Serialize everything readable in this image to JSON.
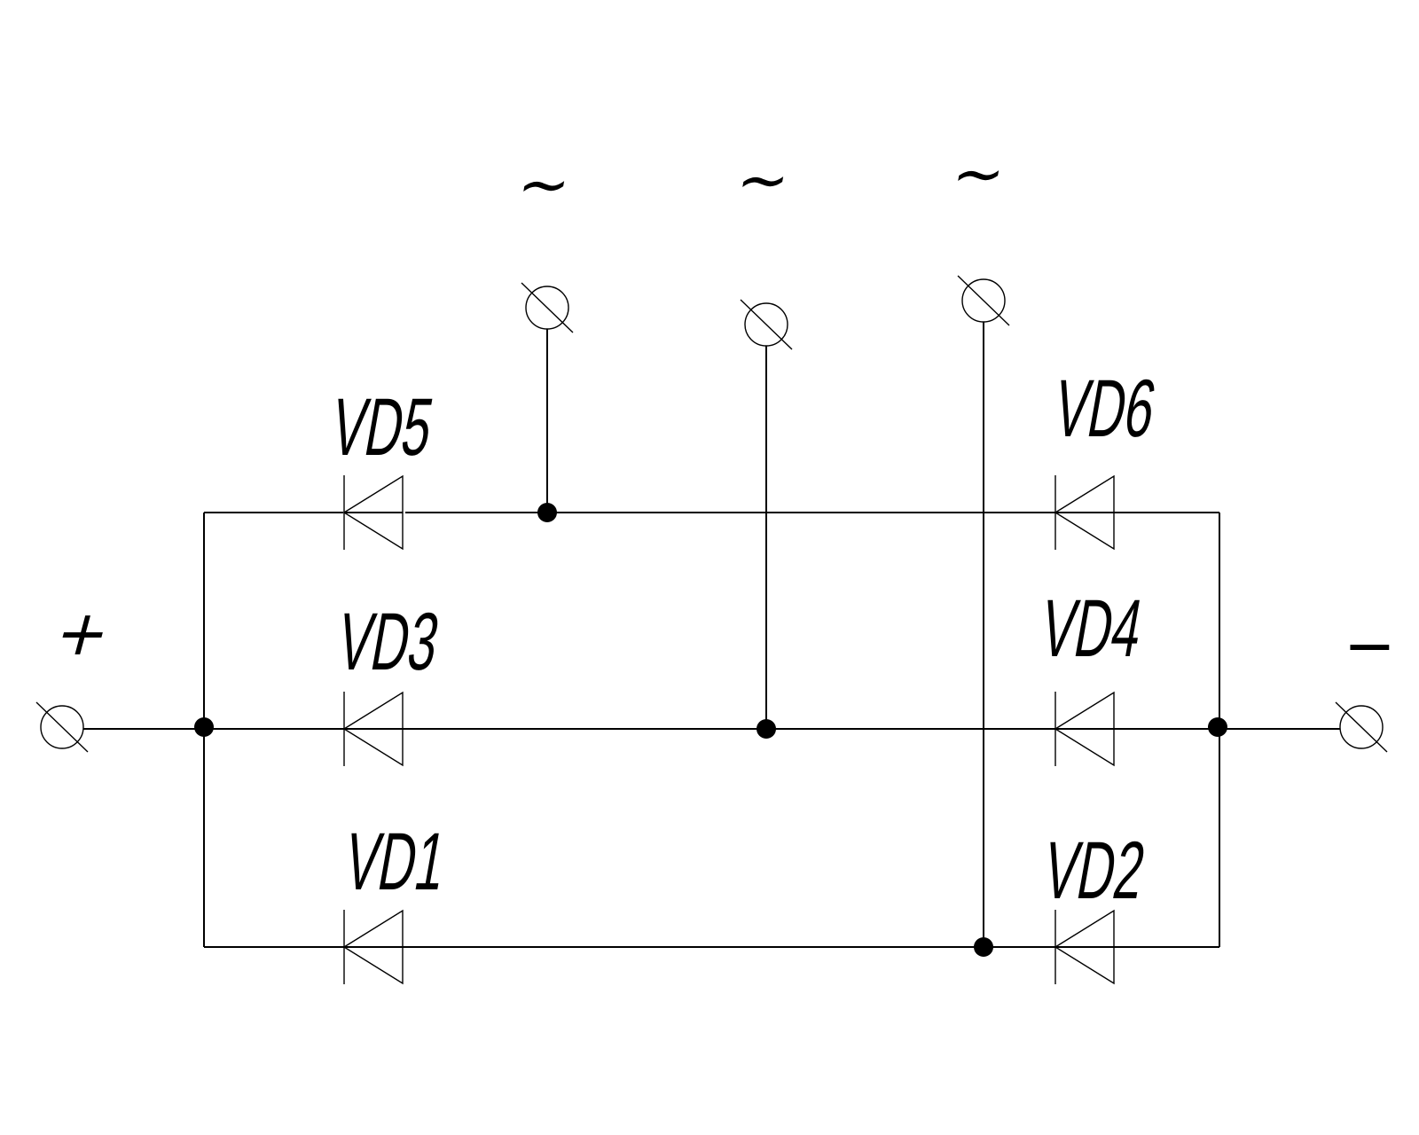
{
  "diagram": {
    "type": "three-phase bridge rectifier schematic",
    "diodes": [
      {
        "id": "d5",
        "label": "VD5"
      },
      {
        "id": "d3",
        "label": "VD3"
      },
      {
        "id": "d1",
        "label": "VD1"
      },
      {
        "id": "d6",
        "label": "VD6"
      },
      {
        "id": "d4",
        "label": "VD4"
      },
      {
        "id": "d2",
        "label": "VD2"
      }
    ],
    "terminals": {
      "positive": "+",
      "negative": "−",
      "ac": [
        "~",
        "~",
        "~"
      ]
    },
    "colors": {
      "line": "#000000",
      "background": "#ffffff"
    }
  }
}
